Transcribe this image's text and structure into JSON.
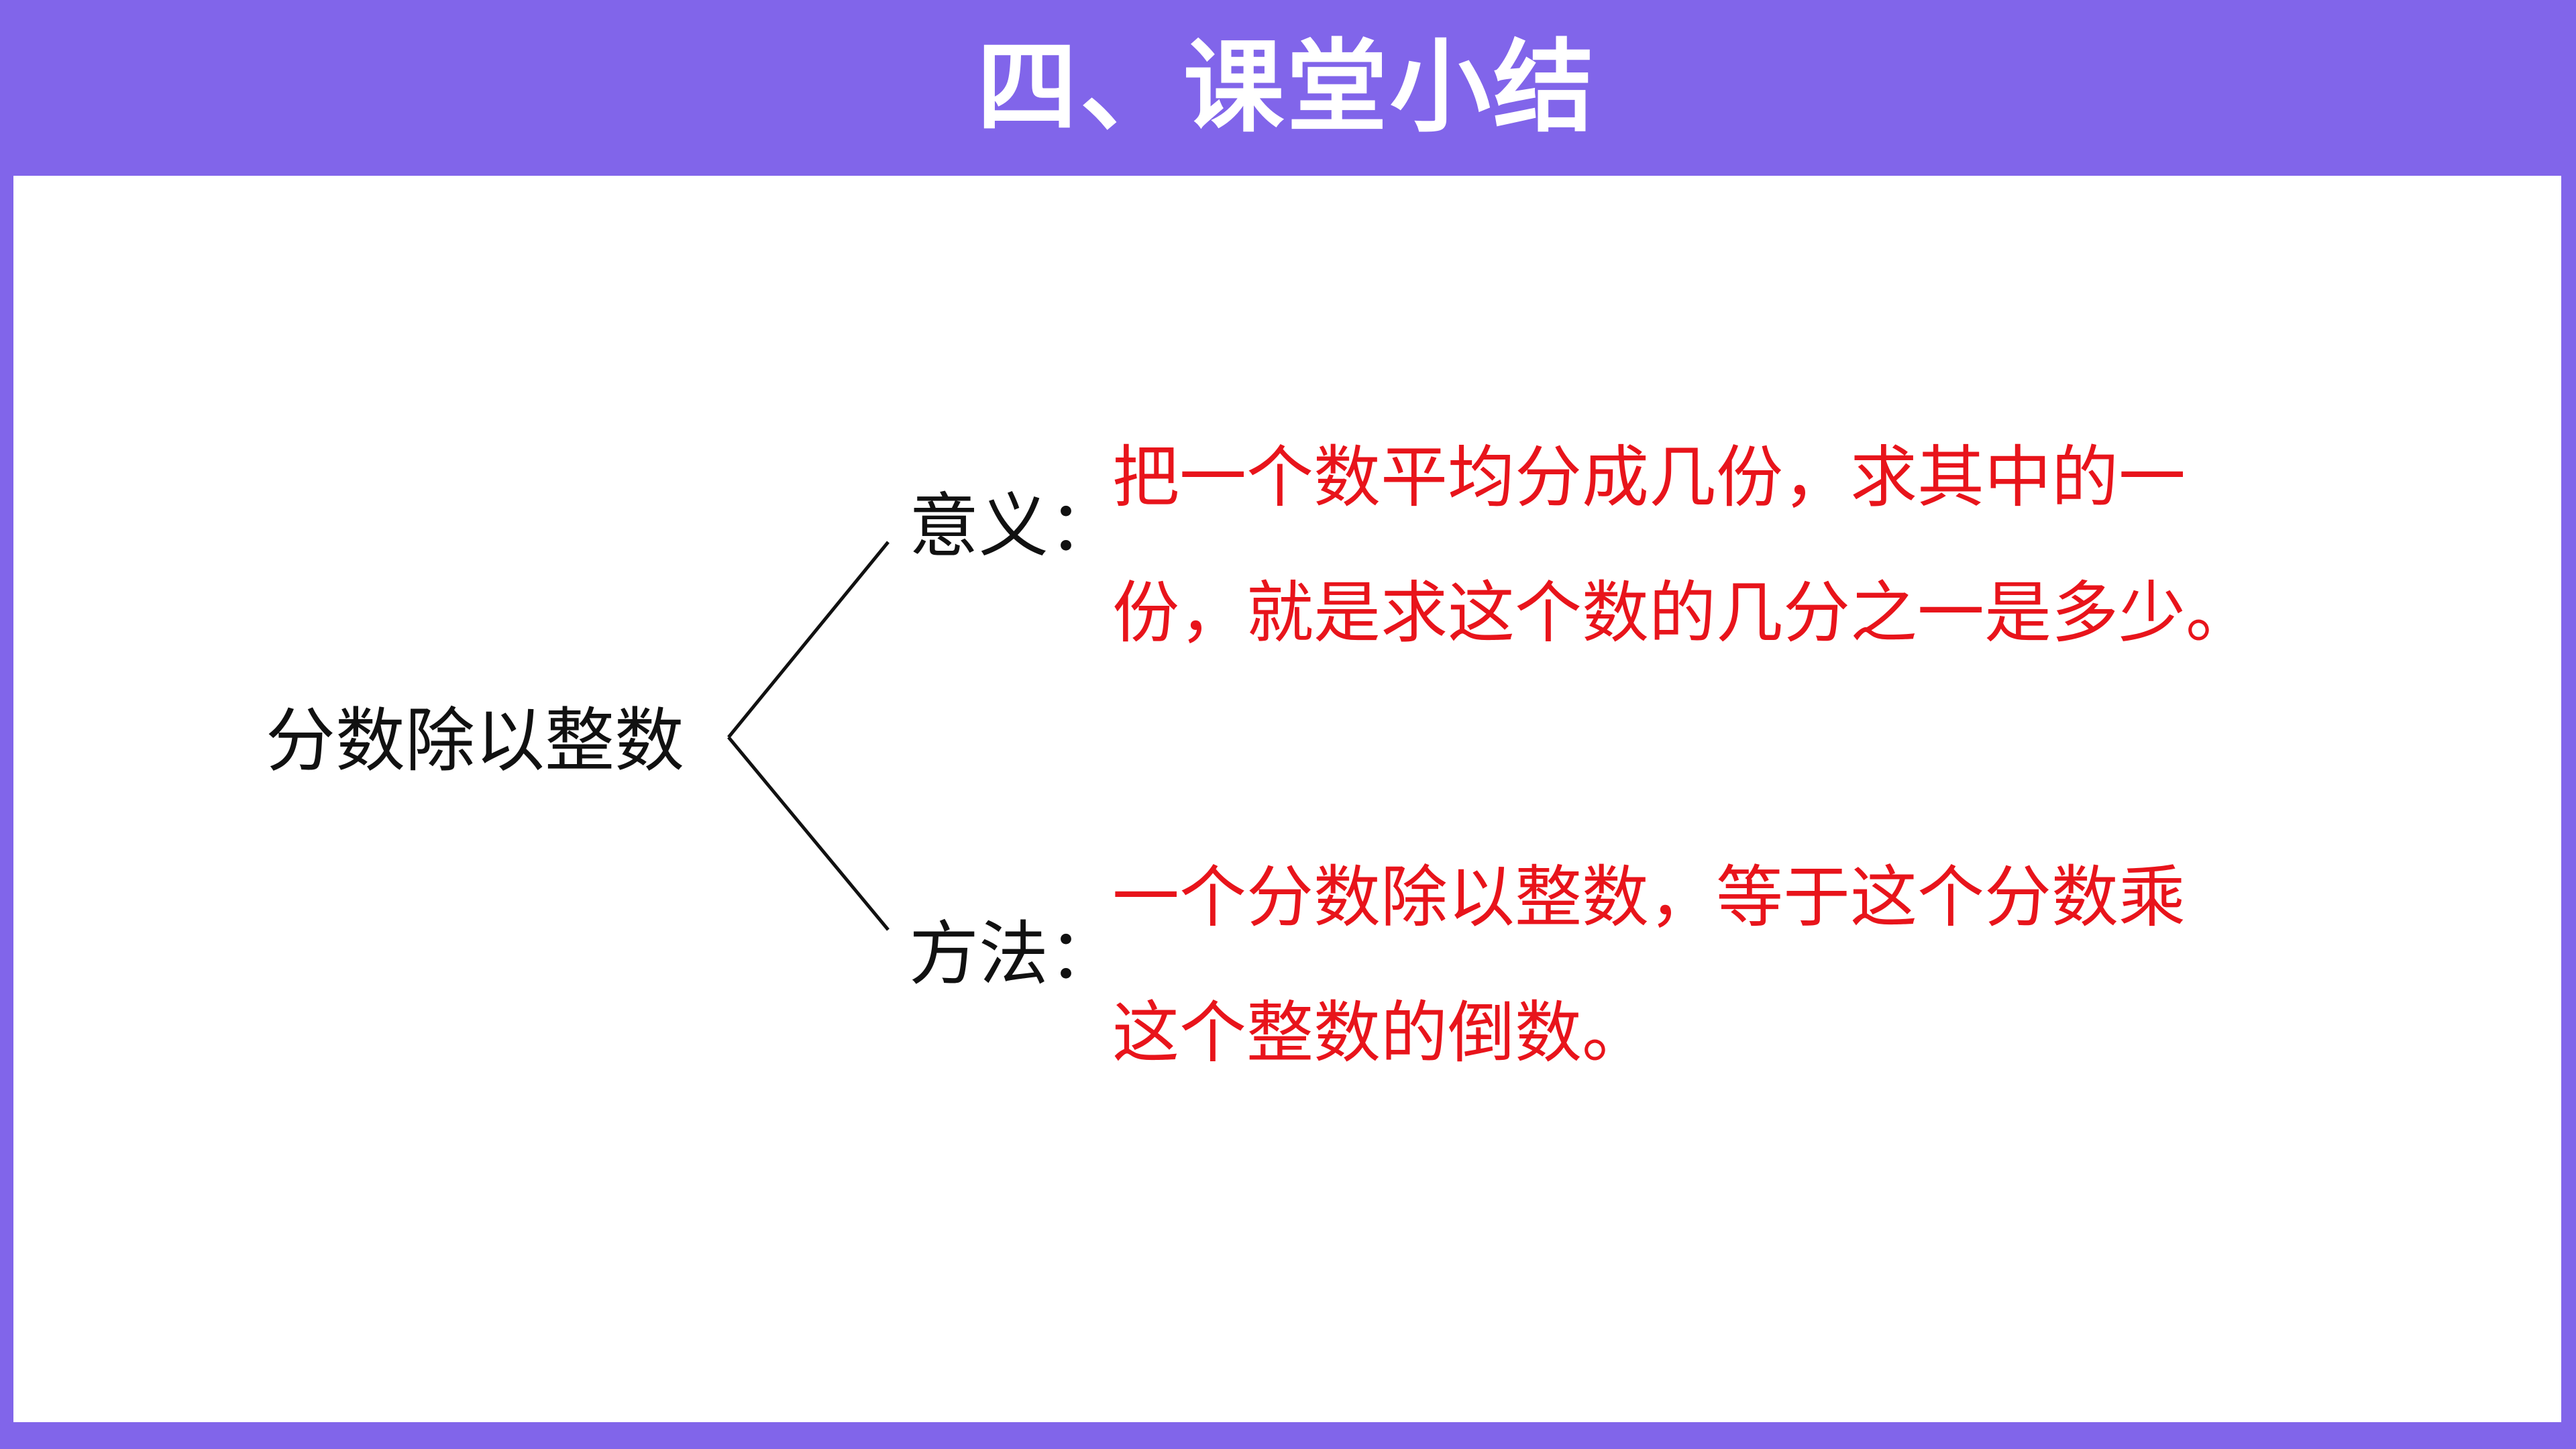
{
  "title": "四、课堂小结",
  "topic": "分数除以整数",
  "branches": {
    "meaning": {
      "label": "意义：",
      "lines": [
        "把一个数平均分成几份，求其中的一",
        "份，就是求这个数的几分之一是多少。"
      ]
    },
    "method": {
      "label": "方法：",
      "lines": [
        "一个分数除以整数，等于这个分数乘",
        "这个整数的倒数。"
      ]
    }
  },
  "colors": {
    "frame": "#8165EA",
    "title_text": "#FFFFFF",
    "body_text": "#111111",
    "highlight_text": "#E8141B",
    "background": "#FFFFFF"
  }
}
